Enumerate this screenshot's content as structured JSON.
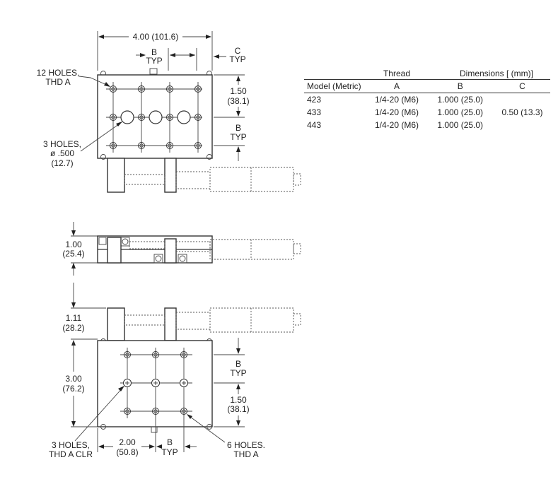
{
  "drawing": {
    "overall_width": "4.00 (101.6)",
    "dim_b": "B",
    "dim_c": "C",
    "typ": "TYP",
    "twelve_holes": [
      "12 HOLES,",
      "THD A"
    ],
    "three_holes_dia": [
      "3 HOLES,",
      "ø .500",
      "(12.7)"
    ],
    "dim_150": [
      "1.50",
      "(38.1)"
    ],
    "side_height": [
      "1.00",
      "(25.4)"
    ],
    "height_111": [
      "1.11",
      "(28.2)"
    ],
    "height_300": [
      "3.00",
      "(76.2)"
    ],
    "three_holes_clr": [
      "3 HOLES,",
      "THD A CLR"
    ],
    "width_200": [
      "2.00",
      "(50.8)"
    ],
    "six_holes": [
      "6 HOLES.",
      "THD A"
    ]
  },
  "table": {
    "header_row1": [
      "",
      "Thread",
      "Dimensions [ (mm)]",
      ""
    ],
    "header_row2": [
      "Model (Metric)",
      "A",
      "B",
      "C"
    ],
    "rows": [
      [
        "423",
        "1/4-20 (M6)",
        "1.000 (25.0)",
        ""
      ],
      [
        "433",
        "1/4-20 (M6)",
        "1.000 (25.0)",
        "0.50 (13.3)"
      ],
      [
        "443",
        "1/4-20 (M6)",
        "1.000 (25.0)",
        ""
      ]
    ]
  }
}
